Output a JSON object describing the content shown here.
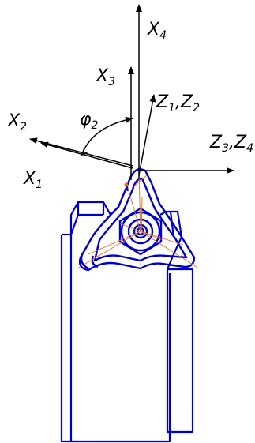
{
  "axes": {
    "x1": {
      "letter": "X",
      "sub": "1"
    },
    "x2": {
      "letter": "X",
      "sub": "2"
    },
    "x3": {
      "letter": "X",
      "sub": "3"
    },
    "x4": {
      "letter": "X",
      "sub": "4"
    },
    "z12": {
      "letter_a": "Z",
      "sub_a": "1",
      "comma": ",",
      "letter_b": "Z",
      "sub_b": "2"
    },
    "z34": {
      "letter_a": "Z",
      "sub_a": "3",
      "comma": ",",
      "letter_b": "Z",
      "sub_b": "4"
    }
  },
  "angle": {
    "symbol": "φ",
    "sub": "2"
  },
  "colors": {
    "axes": "#000000",
    "tool_outline": "#0000cc",
    "construction": "#e07020"
  }
}
